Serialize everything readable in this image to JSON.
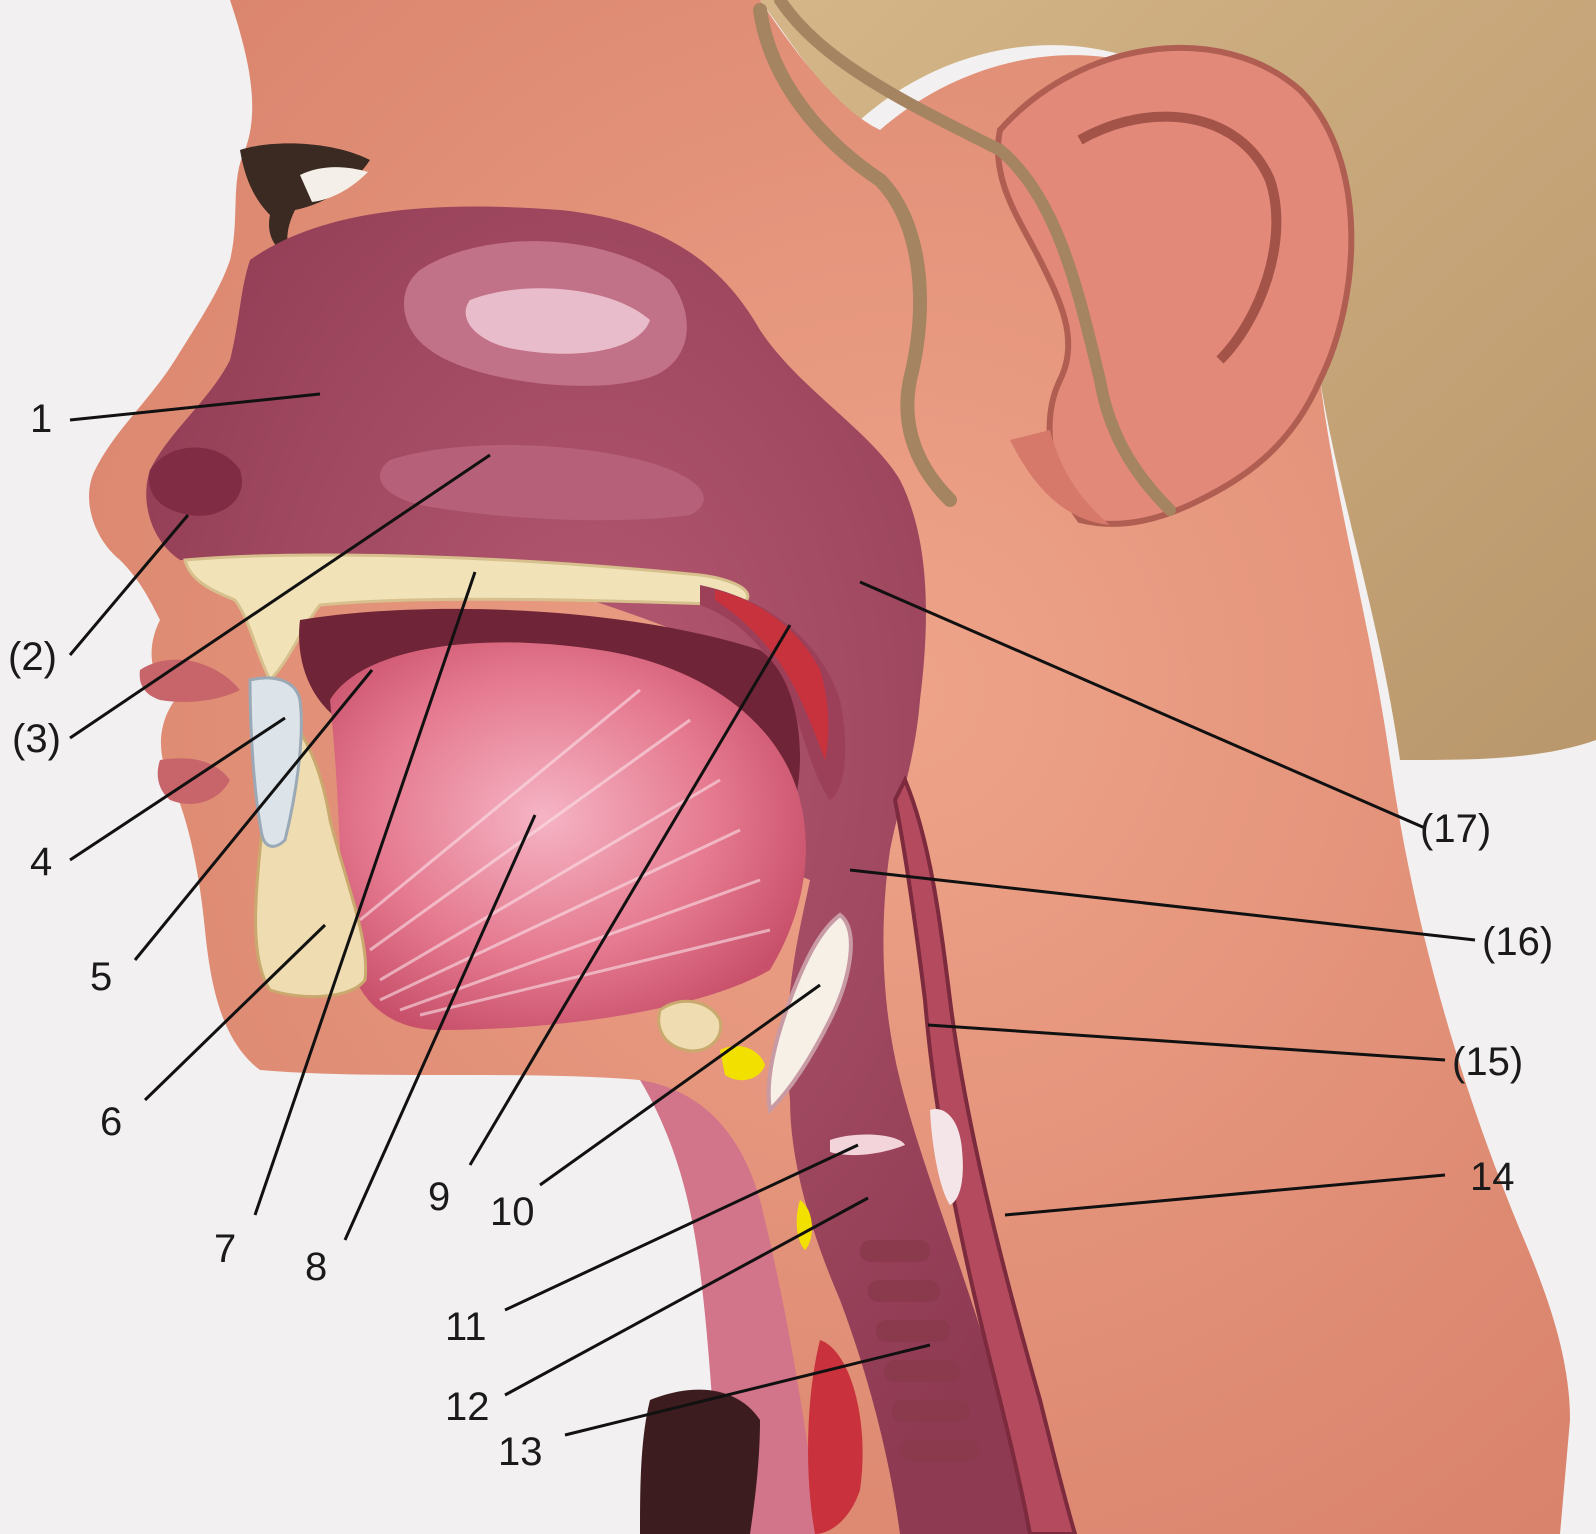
{
  "labels": [
    {
      "id": "l1",
      "text": "1"
    },
    {
      "id": "l2",
      "text": "(2)"
    },
    {
      "id": "l3",
      "text": "(3)"
    },
    {
      "id": "l4",
      "text": "4"
    },
    {
      "id": "l5",
      "text": "5"
    },
    {
      "id": "l6",
      "text": "6"
    },
    {
      "id": "l7",
      "text": "7"
    },
    {
      "id": "l8",
      "text": "8"
    },
    {
      "id": "l9",
      "text": "9"
    },
    {
      "id": "l10",
      "text": "10"
    },
    {
      "id": "l11",
      "text": "11"
    },
    {
      "id": "l12",
      "text": "12"
    },
    {
      "id": "l13",
      "text": "13"
    },
    {
      "id": "l14",
      "text": "14"
    },
    {
      "id": "l15",
      "text": "(15)"
    },
    {
      "id": "l16",
      "text": "(16)"
    },
    {
      "id": "l17",
      "text": "(17)"
    }
  ],
  "colors": {
    "background": "#f2f0f0",
    "skin": "#e89a80",
    "hair": "#c9a77a",
    "cavity": "#a84b62",
    "tongue": "#e0708a",
    "bone": "#f1e2b8",
    "leader": "#111111"
  }
}
